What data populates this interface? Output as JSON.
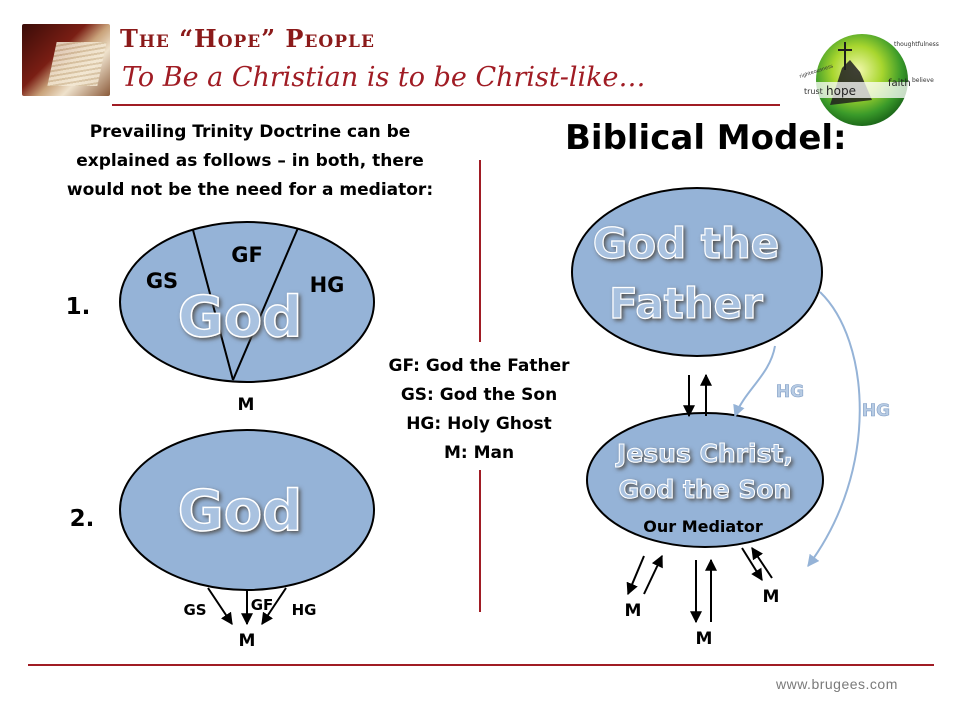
{
  "header": {
    "title": "The “Hope” People",
    "subtitle": "To Be a Christian is to be Christ-like…"
  },
  "logo": {
    "icon": "hope-globe-icon",
    "words": [
      "thoughtfulness",
      "trust",
      "hope",
      "faith",
      "believe",
      "righteousness"
    ]
  },
  "left": {
    "intro_lines": [
      "Prevailing Trinity Doctrine can be",
      "explained as follows – in both, there",
      "would not be the need for a mediator:"
    ],
    "model1": {
      "number": "1.",
      "god_label": "God",
      "gf_label": "GF",
      "gs_label": "GS",
      "hg_label": "HG",
      "man_label": "M"
    },
    "model2": {
      "number": "2.",
      "god_label": "God",
      "gs_label": "GS",
      "gf_label": "GF",
      "hg_label": "HG",
      "man_label": "M"
    }
  },
  "legend": {
    "lines": [
      "GF: God the Father",
      "GS: God the Son",
      "HG: Holy Ghost",
      "M: Man"
    ]
  },
  "right": {
    "title": "Biblical Model:",
    "father_lines": [
      "God the",
      "Father"
    ],
    "son_lines": [
      "Jesus Christ,",
      "God the Son"
    ],
    "mediator_label": "Our Mediator",
    "hg_inner_label": "HG",
    "hg_outer_label": "HG",
    "man_labels": [
      "M",
      "M",
      "M"
    ]
  },
  "colors": {
    "ellipse_fill": "#95b3d7",
    "ellipse_stroke": "#000000",
    "brand_red": "#a01c24",
    "hg_arrow": "#95b3d7",
    "hg_text": "#b8cce4"
  },
  "footer": {
    "url": "www.brugees.com"
  }
}
